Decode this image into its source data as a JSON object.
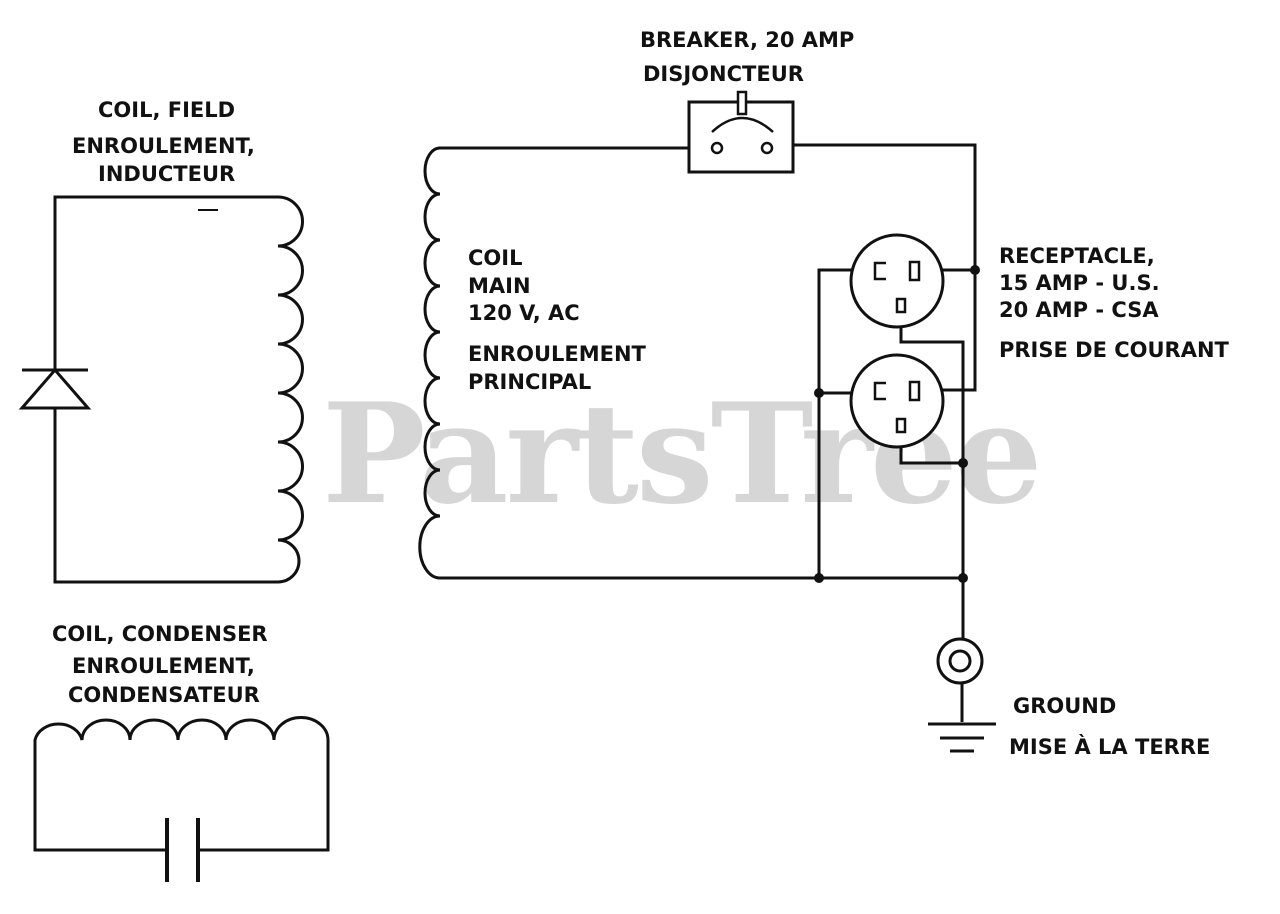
{
  "watermark": "PartsTree",
  "labels": {
    "breaker_en": "BREAKER, 20 AMP",
    "breaker_fr": "DISJONCTEUR",
    "field_en": "COIL, FIELD",
    "field_fr1": "ENROULEMENT,",
    "field_fr2": "INDUCTEUR",
    "main_en1": "COIL",
    "main_en2": "MAIN",
    "main_en3": "120 V, AC",
    "main_fr1": "ENROULEMENT",
    "main_fr2": "PRINCIPAL",
    "recept_en1": "RECEPTACLE,",
    "recept_en2": "15 AMP - U.S.",
    "recept_en3": "20 AMP - CSA",
    "recept_fr": "PRISE DE COURANT",
    "ground_en": "GROUND",
    "ground_fr": "MISE À LA TERRE",
    "cond_en": "COIL, CONDENSER",
    "cond_fr1": "ENROULEMENT,",
    "cond_fr2": "CONDENSATEUR"
  }
}
